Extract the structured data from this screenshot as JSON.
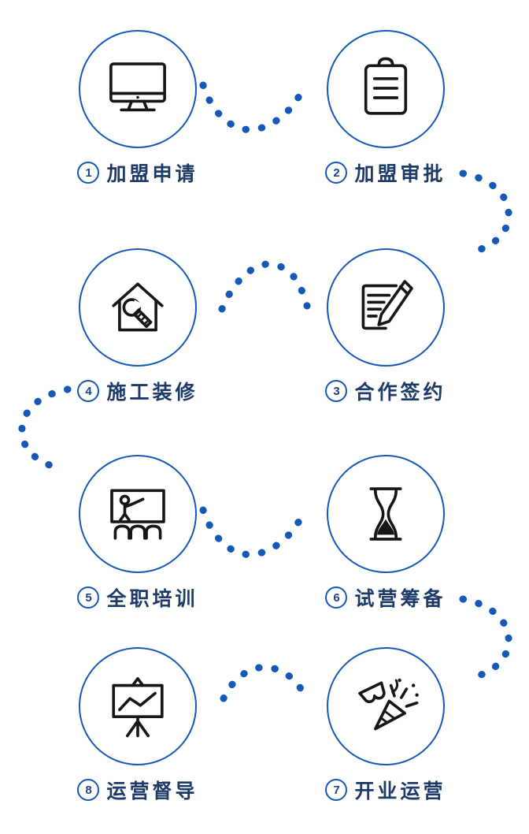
{
  "diagram": {
    "type": "process-flow",
    "flow_order": [
      "1",
      "2",
      "3",
      "4",
      "5",
      "6",
      "7",
      "8"
    ],
    "colors": {
      "accent_blue": "#1558b8",
      "label_navy": "#1e3a68",
      "icon_black": "#161616",
      "background": "#ffffff"
    }
  },
  "steps": [
    {
      "num": "1",
      "label": "加盟申请",
      "icon": "monitor-icon"
    },
    {
      "num": "2",
      "label": "加盟审批",
      "icon": "clipboard-icon"
    },
    {
      "num": "4",
      "label": "施工装修",
      "icon": "house-repair-icon"
    },
    {
      "num": "3",
      "label": "合作签约",
      "icon": "contract-signing-icon"
    },
    {
      "num": "5",
      "label": "全职培训",
      "icon": "training-icon"
    },
    {
      "num": "6",
      "label": "试营筹备",
      "icon": "hourglass-icon"
    },
    {
      "num": "8",
      "label": "运营督导",
      "icon": "presentation-chart-icon"
    },
    {
      "num": "7",
      "label": "开业运营",
      "icon": "celebration-icon"
    }
  ]
}
